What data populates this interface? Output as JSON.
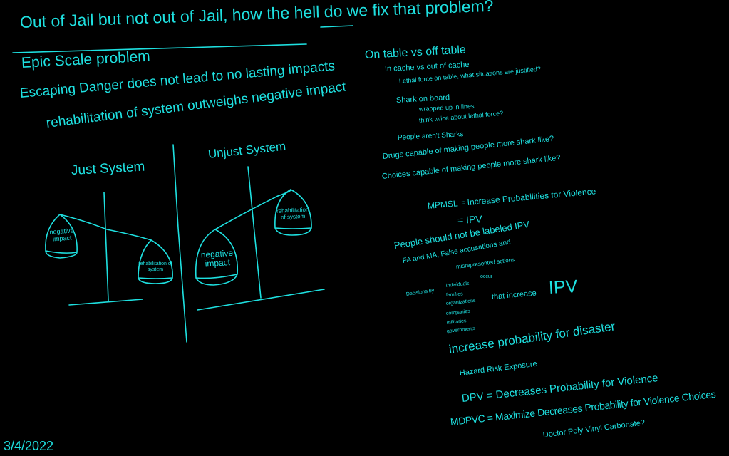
{
  "title": "Out of Jail but not out of Jail, how the hell do we fix that problem?",
  "left": {
    "epic": "Epic Scale problem",
    "escaping": "Escaping Danger does not lead to no lasting impacts",
    "rehab": "rehabilitation of system outweighs negative impact",
    "just_label": "Just System",
    "unjust_label": "Unjust System",
    "just_left_weight": "negative impact",
    "just_right_weight": "rehabilitation of system",
    "unjust_left_weight": "negative impact",
    "unjust_right_weight": "rehabilitation of system"
  },
  "right": {
    "on_table": "On table vs off table",
    "in_cache": "In cache vs out of cache",
    "lethal": "Lethal force on table, what situations are justified?",
    "shark": "Shark on board",
    "wrapped": "wrapped up in lines",
    "think": "think twice about lethal force?",
    "people_sharks": "People aren't Sharks",
    "drugs": "Drugs capable of making people more shark like?",
    "choices": "Choices capable of making people more shark like?",
    "mpmsl": "MPMSL = Increase Probabilities for Violence",
    "eq_ipv": "= IPV",
    "labeled": "People should not be labeled IPV",
    "fa_ma": "FA and MA, False accusations and",
    "misrep": "misrepresented actions",
    "occur": "occur",
    "decisions_by": "Decisions by",
    "decision_makers": [
      "individuals",
      "families",
      "organizations",
      "companies",
      "militaries",
      "governments"
    ],
    "that_increase": "that increase",
    "ipv": "IPV",
    "disaster": "increase probability for disaster",
    "hazard": "Hazard Risk Exposure",
    "dpv": "DPV = Decreases Probability for Violence",
    "mdpvc": "MDPVC = Maximize Decreases Probability for Violence Choices",
    "doctor": "Doctor Poly Vinyl Carbonate?"
  },
  "date": "3/4/2022",
  "ink_color": "#1ee0e0"
}
